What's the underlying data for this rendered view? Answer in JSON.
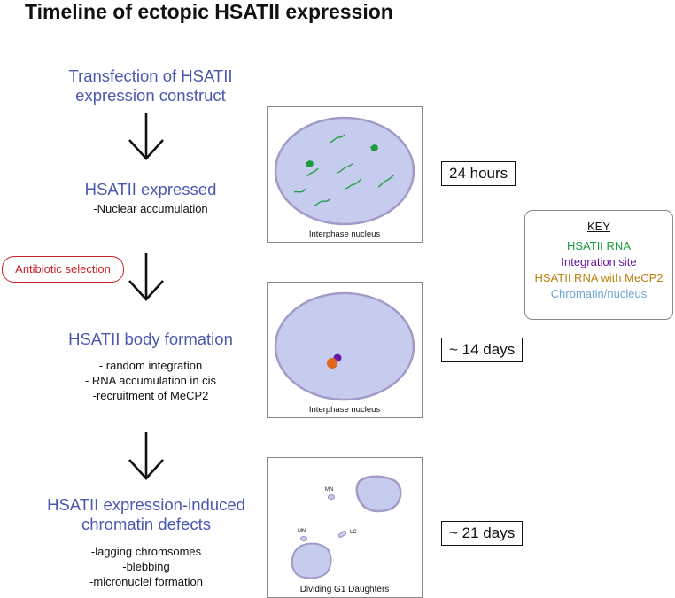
{
  "title": "Timeline of ectopic HSATII expression",
  "colors": {
    "step_title": "#4a58b0",
    "nucleus_fill": "#c5ccee",
    "nucleus_stroke": "#a49ac8",
    "hsatii_rna": "#1c9a3c",
    "integration_site": "#6a17a6",
    "hsatii_mecp2": "#e0661e",
    "hsatii_mecp2_key_text": "#b8820e",
    "chromatin_key_text": "#6fa3d6",
    "selection": "#c8232c"
  },
  "steps": [
    {
      "title_lines": [
        "Transfection of HSATII",
        "expression construct"
      ],
      "details": []
    },
    {
      "title_lines": [
        "HSATII expressed"
      ],
      "details": [
        "-Nuclear accumulation"
      ]
    },
    {
      "title_lines": [
        "HSATII body formation"
      ],
      "details": [
        "- random integration",
        "- RNA accumulation in cis",
        "-recruitment of MeCP2"
      ]
    },
    {
      "title_lines": [
        "HSATII expression-induced",
        "chromatin defects"
      ],
      "details": [
        "-lagging chromsomes",
        "-blebbing",
        "-micronuclei formation"
      ]
    }
  ],
  "selection_label": "Antibiotic selection",
  "panels": [
    {
      "caption": "Interphase nucleus",
      "time": "24 hours"
    },
    {
      "caption": "Interphase nucleus",
      "time": "~ 14 days"
    },
    {
      "caption": "Dividing G1 Daughters",
      "time": "~ 21 days",
      "labels": {
        "mn_top": "MN",
        "mn_left": "MN",
        "lc": "LC"
      }
    }
  ],
  "key": {
    "heading": "KEY",
    "items": [
      {
        "label": "HSATII RNA",
        "color": "#1c9a3c"
      },
      {
        "label": "Integration site",
        "color": "#6a17a6"
      },
      {
        "label": "HSATII RNA with MeCP2",
        "color": "#b8820e"
      },
      {
        "label": "Chromatin/nucleus",
        "color": "#6fa3d6"
      }
    ]
  }
}
